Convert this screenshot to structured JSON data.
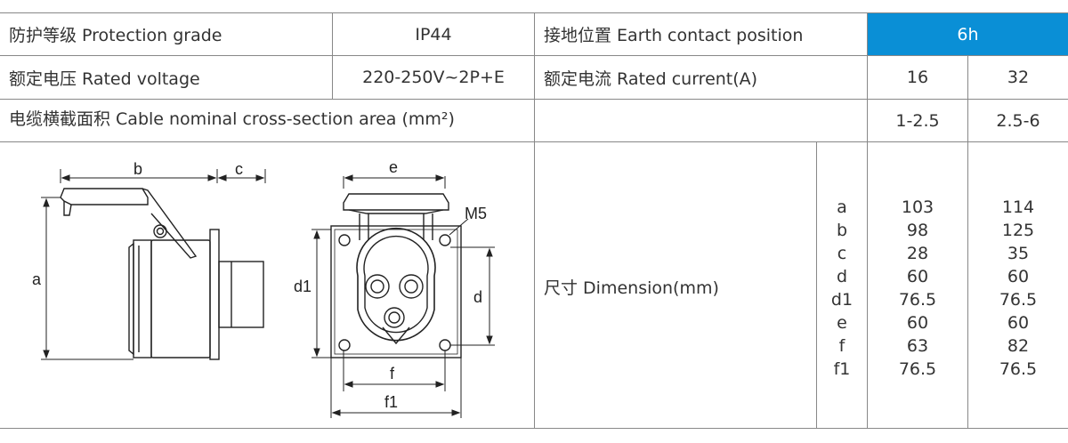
{
  "rows": {
    "protection_label": "防护等级 Protection grade",
    "protection_value": "IP44",
    "earth_label": "接地位置 Earth contact position",
    "earth_value": "6h",
    "voltage_label": "额定电压 Rated voltage",
    "voltage_value": "220-250V~2P+E",
    "current_label": "额定电流 Rated current(A)",
    "current_16": "16",
    "current_32": "32",
    "cable_label": "电缆横截面积 Cable nominal cross-section area (mm²)",
    "cable_16": "1-2.5",
    "cable_32": "2.5-6",
    "dimension_label": "尺寸 Dimension(mm)"
  },
  "dimensions": {
    "names": [
      "a",
      "b",
      "c",
      "d",
      "d1",
      "e",
      "f",
      "f1"
    ],
    "col16": [
      "103",
      "98",
      "28",
      "60",
      "76.5",
      "60",
      "63",
      "76.5"
    ],
    "col32": [
      "114",
      "125",
      "35",
      "60",
      "76.5",
      "60",
      "82",
      "76.5"
    ]
  },
  "drawing": {
    "a": "a",
    "b": "b",
    "c": "c",
    "d": "d",
    "d1": "d1",
    "e": "e",
    "f": "f",
    "f1": "f1",
    "m5": "M5"
  },
  "colors": {
    "header_blue": "#0a8fd6",
    "grid": "#888888"
  }
}
